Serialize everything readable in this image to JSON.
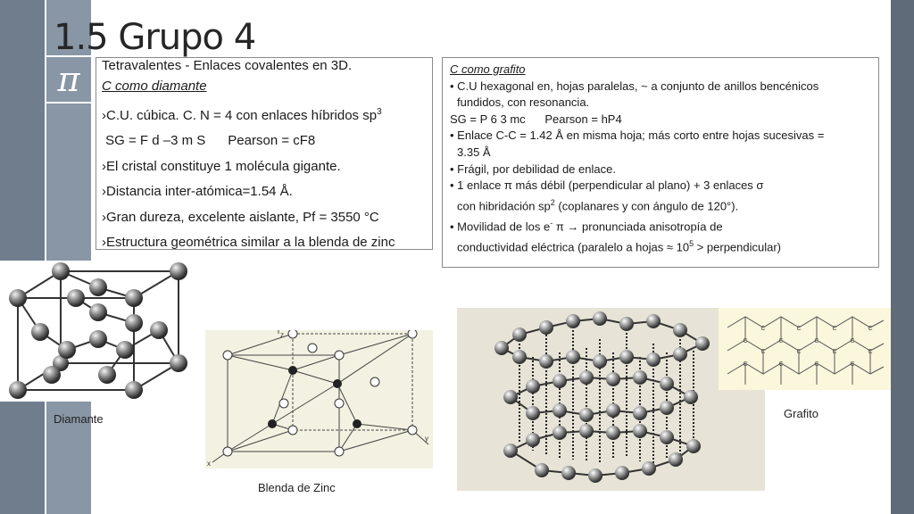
{
  "slide": {
    "title": "1.5 Grupo 4",
    "pi_symbol": "π",
    "colors": {
      "left_bar": "#6f7d8c",
      "left_bar_inner": "#8896a5",
      "right_bar": "#5f6b78"
    }
  },
  "diamond_box": {
    "intro": "Tetravalentes - Enlaces covalentes en 3D.",
    "heading": "C como diamante",
    "l1_text": "›C.U. cúbica. C. N = 4 con enlaces híbridos sp",
    "l1_sup": "3",
    "l2": " SG = F d –3 m S      Pearson = cF8",
    "l3": "›El cristal constituye 1 molécula gigante.",
    "l4": "›Distancia inter-atómica=1.54 Å.",
    "l5": "›Gran dureza, excelente aislante, Pf = 3550 °C",
    "l6": "›Estructura geométrica similar a la blenda de zinc"
  },
  "graphite_box": {
    "heading": "C como grafito",
    "b1": "• C.U hexagonal en, hojas paralelas, ~ a conjunto de anillos bencénicos",
    "b1b": "fundidos,  con resonancia.",
    "sg": "SG = P 6 3 mc      Pearson = hP4",
    "b2": "• Enlace C-C = 1.42 Å en misma hoja; más corto entre hojas sucesivas =",
    "b2b": "3.35 Å",
    "b3": "• Frágil, por debilidad de enlace.",
    "b4": "• 1 enlace π más débil (perpendicular al plano) + 3 enlaces σ",
    "b4b_pre": "con hibridación sp",
    "b4b_sup": "2",
    "b4b_post": " (coplanares y con ángulo de 120°).",
    "b5_pre": "• Movilidad de los e",
    "b5_sup": "-",
    "b5_post": " π → pronunciada anisotropía  de",
    "b5b_pre": "conductividad eléctrica (paralelo a hojas ≈ 10",
    "b5b_sup": "5",
    "b5b_post": " > perpendicular)"
  },
  "captions": {
    "diamante": "Diamante",
    "blenda": "Blenda de Zinc",
    "grafito": "Grafito"
  },
  "figure_labels": {
    "z": "z",
    "y": "y",
    "x": "x",
    "carbon": "C"
  }
}
